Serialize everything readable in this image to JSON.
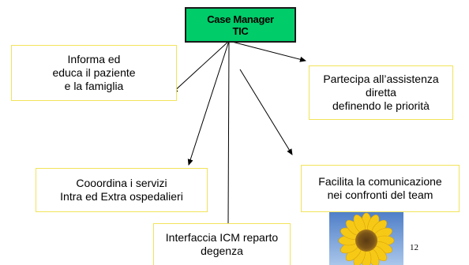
{
  "root": {
    "line1": "Case Manager",
    "line2": "TIC"
  },
  "nodes": {
    "informa": {
      "lines": [
        "Informa ed",
        "educa il paziente",
        "e la famiglia"
      ]
    },
    "partecipa": {
      "lines": [
        "Partecipa all’assistenza",
        "diretta",
        "definendo le priorità"
      ]
    },
    "coordina": {
      "lines": [
        "Cooordina i servizi",
        "Intra ed Extra ospedalieri"
      ]
    },
    "facilita": {
      "lines": [
        "Facilita la comunicazione",
        "nei confronti del team"
      ]
    },
    "interfaccia": {
      "lines": [
        "Interfaccia  ICM reparto",
        "degenza"
      ]
    }
  },
  "page_number": "12",
  "colors": {
    "root_fill": "#00cc6a",
    "box_border": "#f2e35a",
    "arrow": "#000000"
  },
  "image": {
    "icon": "sunflower-image"
  }
}
